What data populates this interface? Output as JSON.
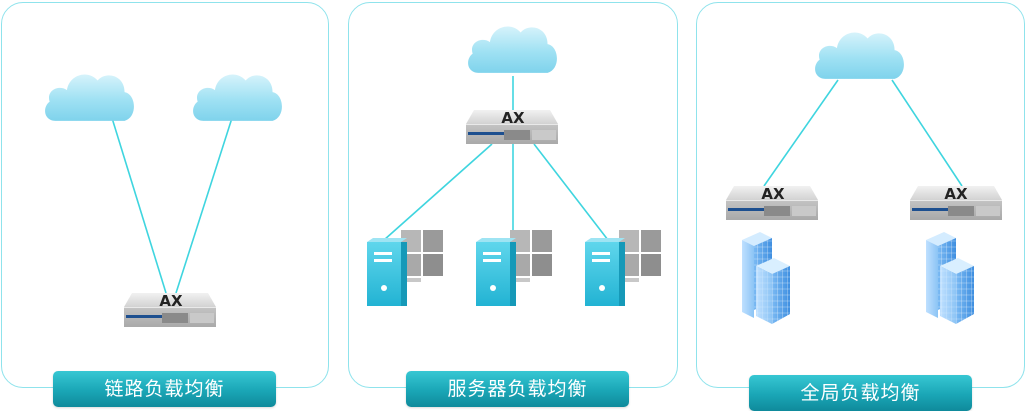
{
  "panels": [
    {
      "label": "链路负载均衡"
    },
    {
      "label": "服务器负载均衡"
    },
    {
      "label": "全局负载均衡"
    }
  ],
  "device": {
    "text": "AX"
  },
  "colors": {
    "panel_border": "#8fe3ec",
    "link_line": "#3fd5df",
    "label_bg": "#1aa6b6",
    "cloud": "#8adcf0",
    "device_body": "#d8d8d8",
    "device_stripe": "#1d4f8f",
    "server_front": "#3cc8e2",
    "building": "#5aa8f0"
  },
  "icons": [
    "cloud-icon",
    "ax-device-icon",
    "server-icon",
    "building-icon"
  ]
}
